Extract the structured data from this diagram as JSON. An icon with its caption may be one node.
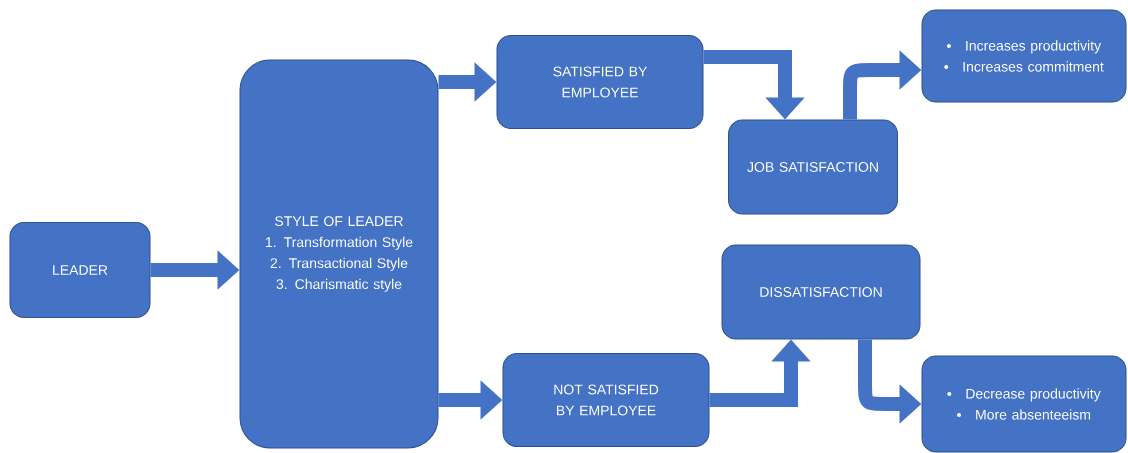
{
  "diagram": {
    "nodes": [
      {
        "text": [
          "LEADER"
        ]
      },
      {
        "text": [
          "STYLE OF LEADER",
          "1. Transformation Style",
          "2. Transactional Style",
          "3. Charismatic style"
        ]
      },
      {
        "text": [
          "SATISFIED BY EMPLOYEE"
        ]
      },
      {
        "text": [
          "JOB SATISFACTION"
        ]
      },
      {
        "text": [
          "Increases productivity",
          "Increases commitment"
        ]
      },
      {
        "text": [
          "NOT SATISFIED BY EMPLOYEE"
        ]
      },
      {
        "text": [
          "DISSATISFACTION"
        ]
      },
      {
        "text": [
          "Decrease productivity",
          "More absenteeism"
        ]
      }
    ],
    "edges": [
      {
        "from": 0,
        "to": 1,
        "arrow": "to"
      },
      {
        "from": 1,
        "to": 2,
        "arrow": "to"
      },
      {
        "from": 1,
        "to": 5,
        "arrow": "to"
      },
      {
        "from": 2,
        "to": 3,
        "arrow": "to"
      },
      {
        "from": 3,
        "to": 4,
        "arrow": "to"
      },
      {
        "from": 5,
        "to": 6,
        "arrow": "to"
      },
      {
        "from": 6,
        "to": 7,
        "arrow": "to"
      }
    ]
  }
}
